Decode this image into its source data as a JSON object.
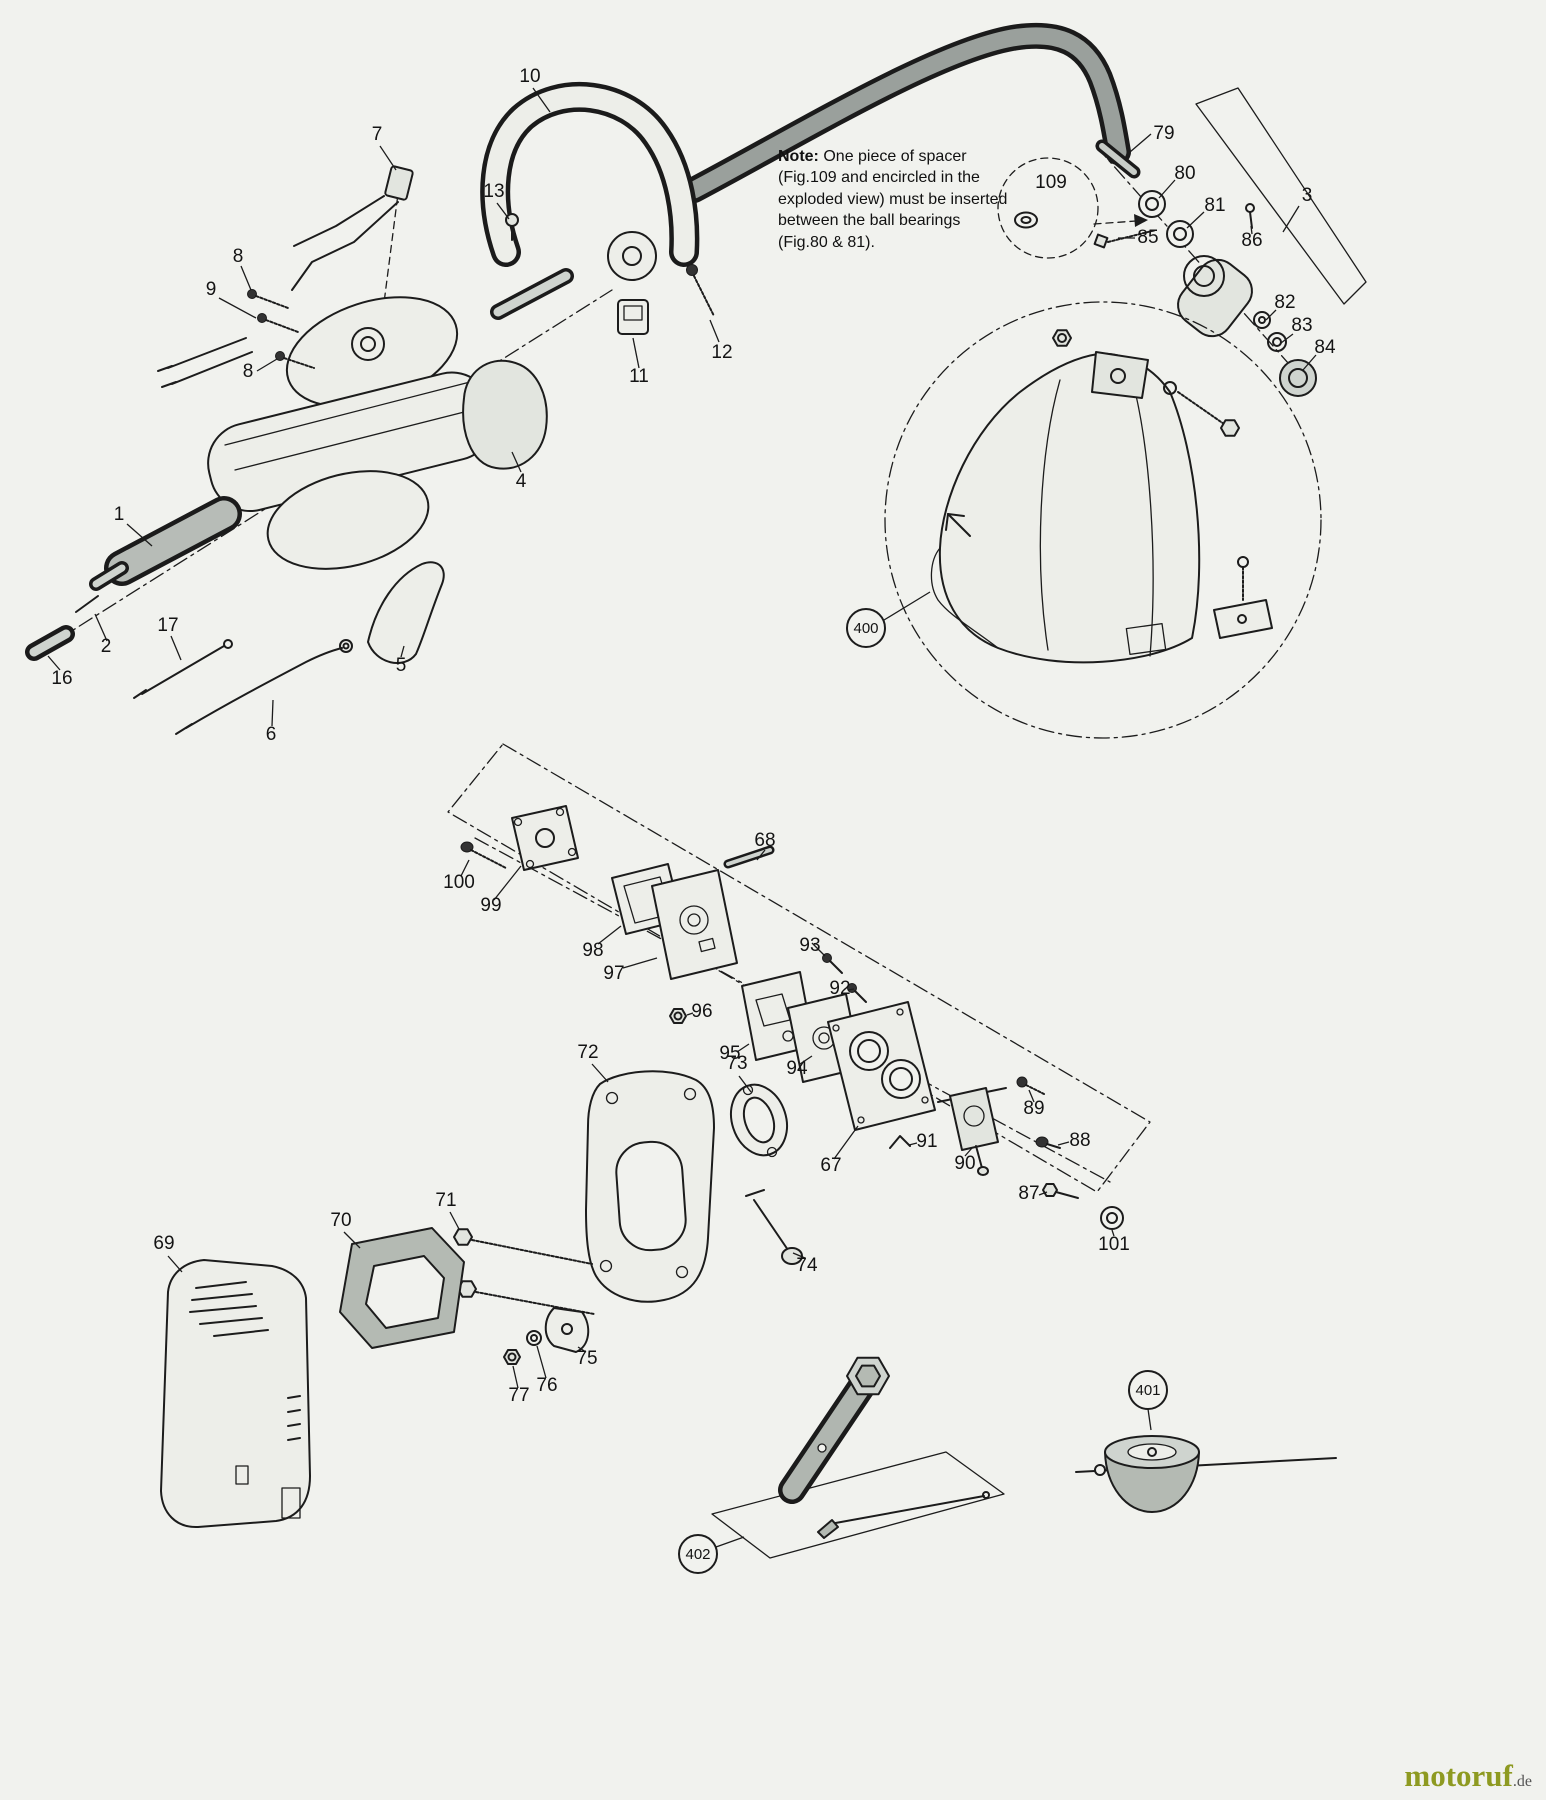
{
  "note": {
    "label": "Note:",
    "body": "One piece of spacer (Fig.109 and encircled in the exploded view) must be inserted between the ball bearings (Fig.80 & 81)."
  },
  "labels": {
    "p1": "1",
    "p2": "2",
    "p3": "3",
    "p4": "4",
    "p5": "5",
    "p6": "6",
    "p7": "7",
    "p8": "8",
    "p9": "9",
    "p10": "10",
    "p11": "11",
    "p12": "12",
    "p13": "13",
    "p16": "16",
    "p17": "17",
    "p67": "67",
    "p68": "68",
    "p69": "69",
    "p70": "70",
    "p71": "71",
    "p72": "72",
    "p73": "73",
    "p74": "74",
    "p75": "75",
    "p76": "76",
    "p77": "77",
    "p79": "79",
    "p80": "80",
    "p81": "81",
    "p82": "82",
    "p83": "83",
    "p84": "84",
    "p85": "85",
    "p86": "86",
    "p87": "87",
    "p88": "88",
    "p89": "89",
    "p90": "90",
    "p91": "91",
    "p92": "92",
    "p93": "93",
    "p94": "94",
    "p95": "95",
    "p96": "96",
    "p97": "97",
    "p98": "98",
    "p99": "99",
    "p100": "100",
    "p101": "101",
    "p109": "109",
    "p400": "400",
    "p401": "401",
    "p402": "402"
  },
  "watermark": {
    "brand": "motoruf",
    "suffix": ".de"
  },
  "colors": {
    "paper": "#f1f2ee",
    "ink": "#1c1c1c",
    "brand_green": "#8e9a21"
  }
}
